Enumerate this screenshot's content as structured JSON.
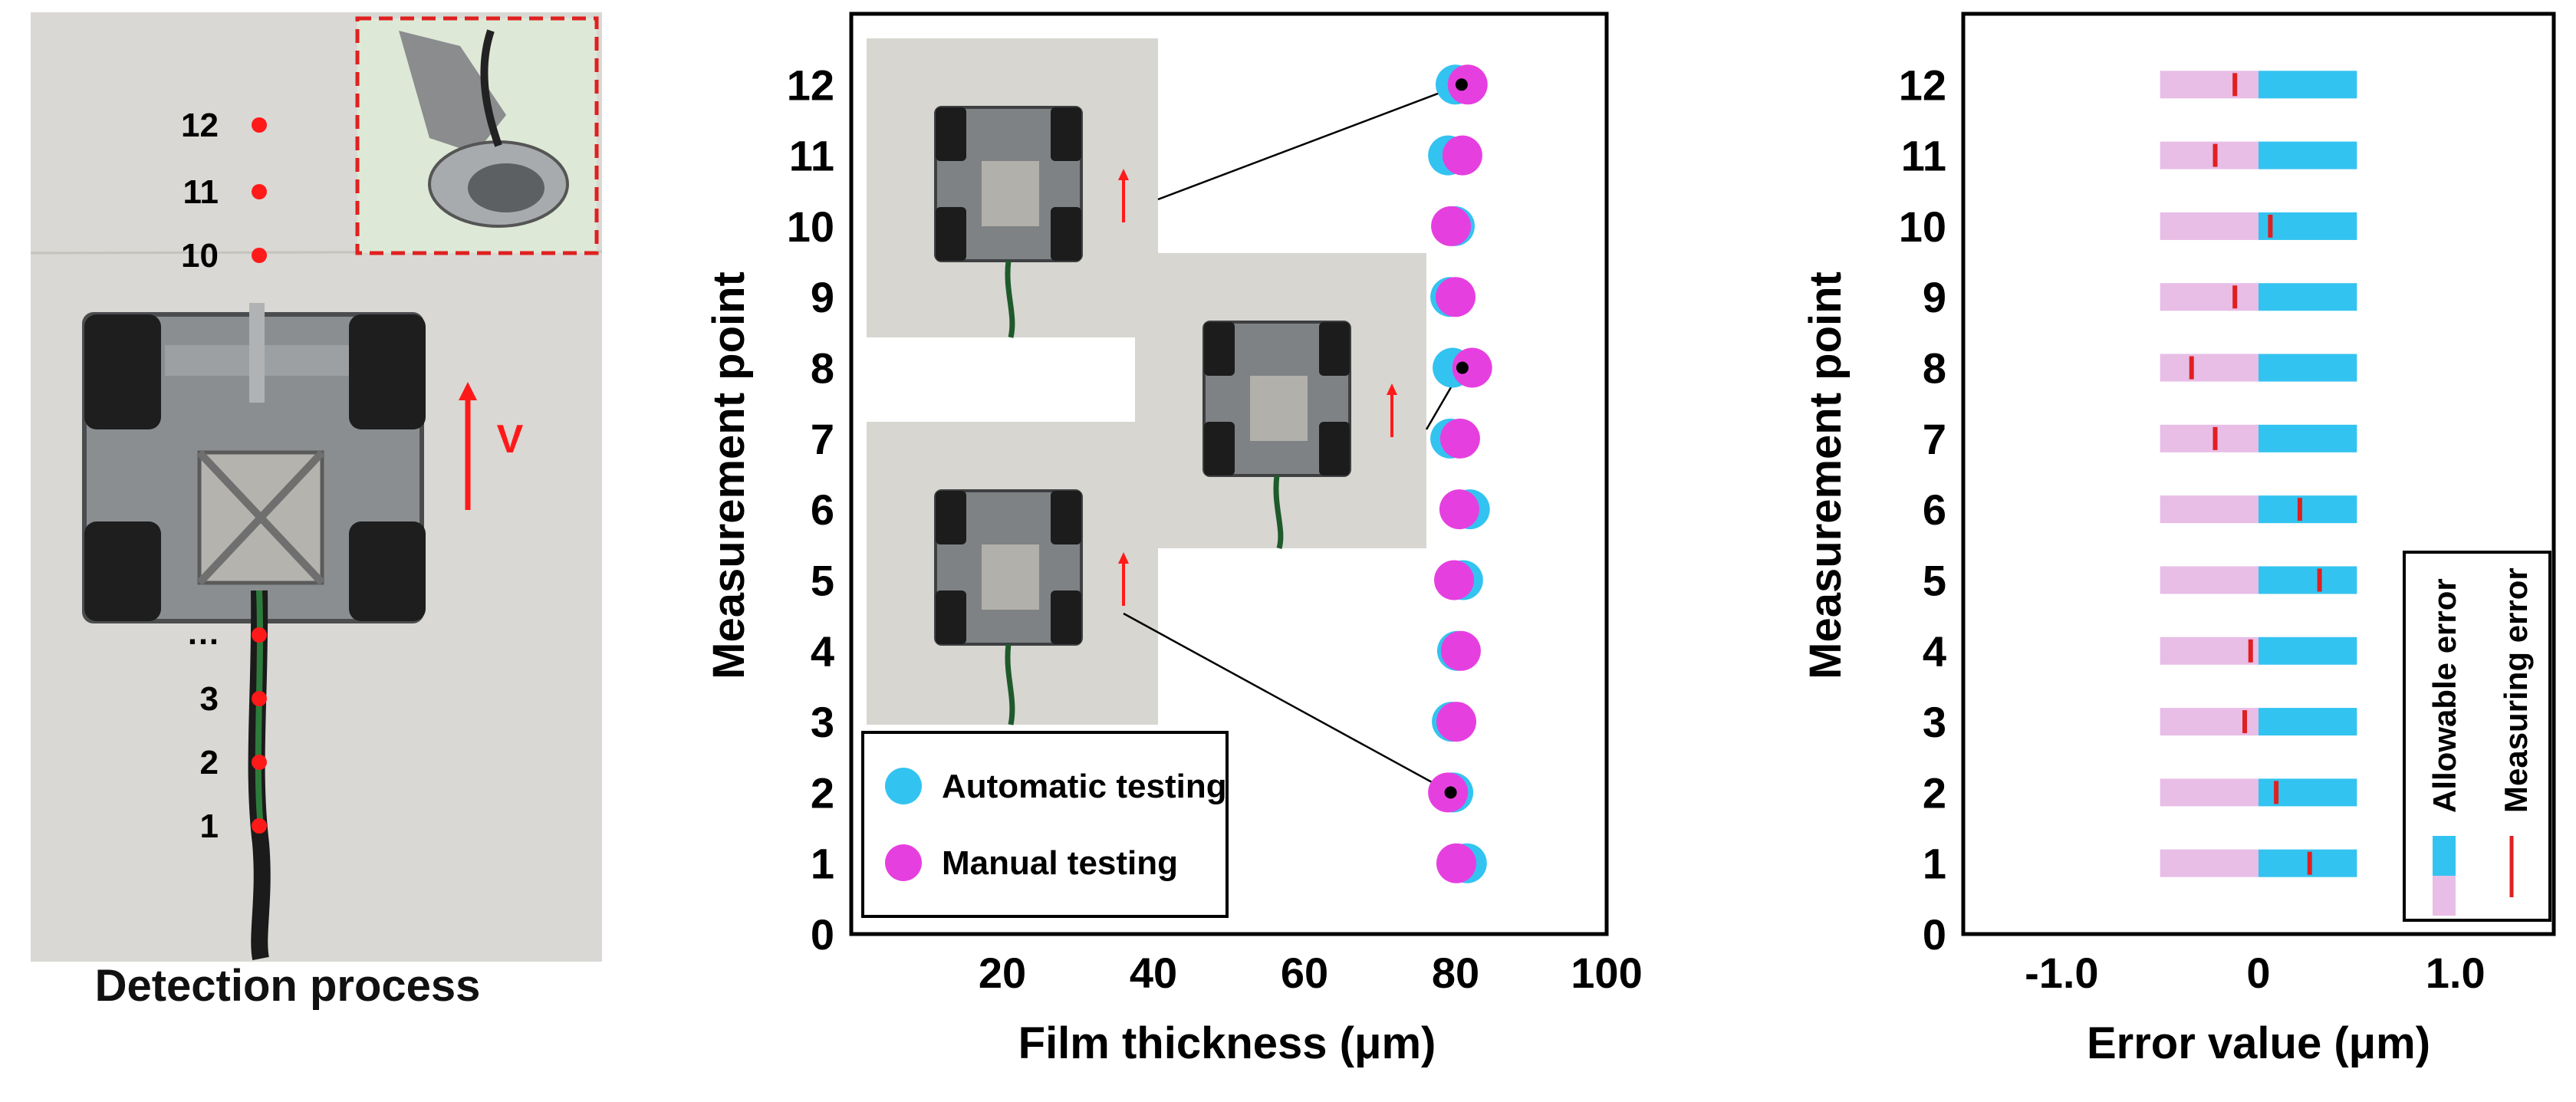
{
  "panel_a": {
    "caption": "Detection process",
    "arrow_label": "V",
    "point_labels": [
      "12",
      "11",
      "10",
      "3",
      "2",
      "1"
    ],
    "ellipsis": "…",
    "colors": {
      "wall": "#d9d8d4",
      "marker": "#ff1a1a",
      "inset_bg": "#dde9d6",
      "inset_border": "#e02020",
      "arrow": "#ff1a1a"
    }
  },
  "chart_data": [
    {
      "type": "scatter",
      "title": "",
      "xlabel": "Film thickness (μm)",
      "ylabel": "Measurement point",
      "xlim": [
        0,
        100
      ],
      "ylim": [
        0,
        13
      ],
      "xticks": [
        "20",
        "40",
        "60",
        "80",
        "100"
      ],
      "yticks": [
        "0",
        "1",
        "2",
        "3",
        "4",
        "5",
        "6",
        "7",
        "8",
        "9",
        "10",
        "11",
        "12"
      ],
      "series": [
        {
          "name": "Automatic testing",
          "color": "#33c3f0",
          "x": [
            81.5,
            79.7,
            79.5,
            80.2,
            81.0,
            81.9,
            79.3,
            79.6,
            79.3,
            79.9,
            79.0,
            80.0
          ],
          "y": [
            1,
            2,
            3,
            4,
            5,
            6,
            7,
            8,
            9,
            10,
            11,
            12
          ]
        },
        {
          "name": "Manual testing",
          "color": "#e63fe0",
          "x": [
            80.1,
            79.0,
            80.1,
            80.7,
            79.8,
            80.5,
            80.6,
            82.2,
            80.0,
            79.4,
            80.9,
            81.6
          ],
          "y": [
            1,
            2,
            3,
            4,
            5,
            6,
            7,
            8,
            9,
            10,
            11,
            12
          ]
        }
      ],
      "legend_position": "bottom-left",
      "annotations": [
        "point 12",
        "point 8",
        "point 2"
      ],
      "grid": false
    },
    {
      "type": "bar",
      "title": "",
      "xlabel": "Error value (μm)",
      "ylabel": "Measurement point",
      "xlim": [
        -1.5,
        1.5
      ],
      "ylim": [
        0,
        13
      ],
      "xticks": [
        "-1.0",
        "0",
        "1.0"
      ],
      "yticks": [
        "0",
        "1",
        "2",
        "3",
        "4",
        "5",
        "6",
        "7",
        "8",
        "9",
        "10",
        "11",
        "12"
      ],
      "allowable_error": {
        "name": "Allowable error",
        "range": [
          -0.5,
          0.5
        ],
        "negative_color": "#e8bde6",
        "positive_color": "#33c3f0"
      },
      "measuring_error": {
        "name": "Measuring error",
        "color": "#e02020",
        "y": [
          1,
          2,
          3,
          4,
          5,
          6,
          7,
          8,
          9,
          10,
          11,
          12
        ],
        "x": [
          0.26,
          0.09,
          -0.07,
          -0.04,
          0.31,
          0.21,
          -0.22,
          -0.34,
          -0.12,
          0.06,
          -0.22,
          -0.12
        ]
      },
      "legend_position": "bottom-right",
      "grid": false
    }
  ]
}
